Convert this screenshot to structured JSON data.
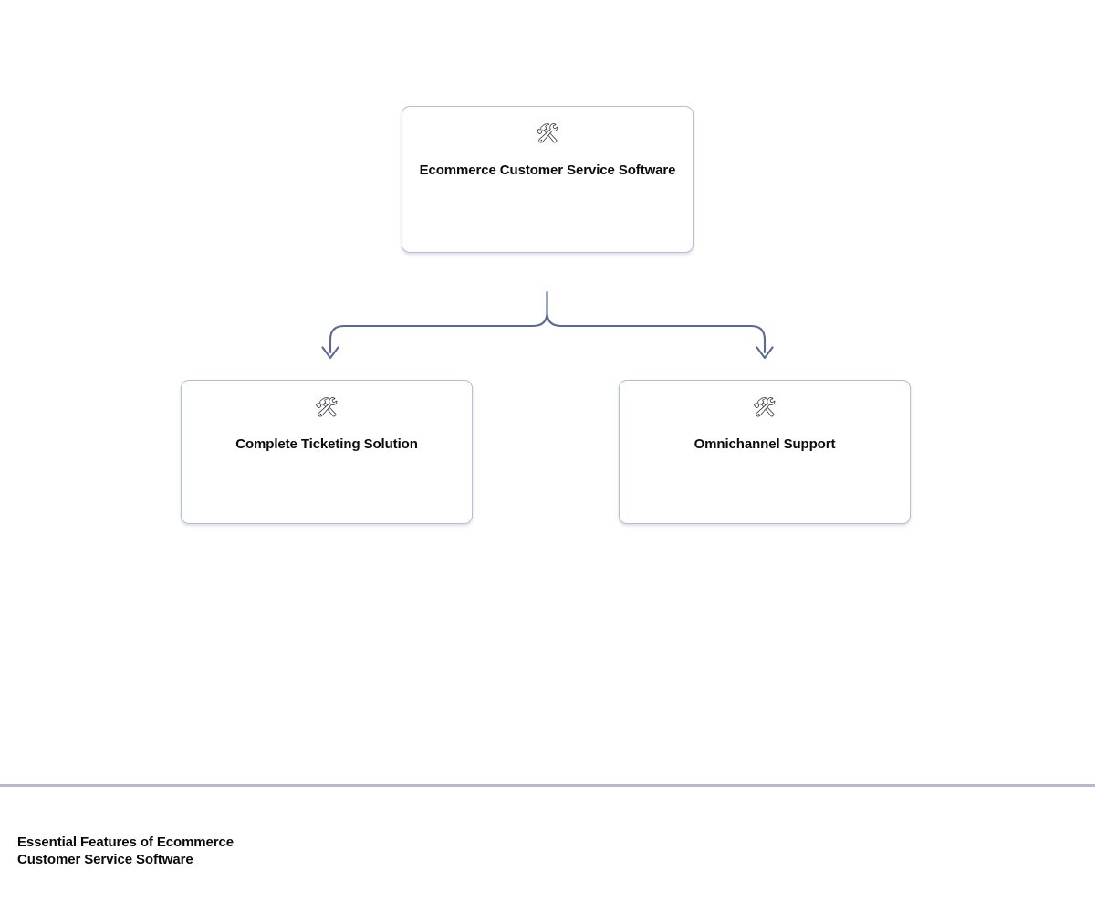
{
  "diagram": {
    "type": "flowchart",
    "direction": "top-down",
    "background_color": "#ffffff",
    "node_border_color": "#b9bdd4",
    "node_fill_color": "#ffffff",
    "edge_color": "#5b6a94",
    "text_color": "#0b0b0d",
    "root": {
      "id": "root",
      "icon": "hammer-and-wrench-icon",
      "icon_glyph": "🛠",
      "label": "Ecommerce Customer Service Software"
    },
    "children": [
      {
        "id": "child-0",
        "icon": "hammer-and-wrench-icon",
        "icon_glyph": "🛠",
        "label": "Complete Ticketing Solution"
      },
      {
        "id": "child-1",
        "icon": "hammer-and-wrench-icon",
        "icon_glyph": "🛠",
        "label": "Omnichannel Support"
      }
    ],
    "edges": [
      {
        "from": "root",
        "to": "child-0",
        "arrow": "down-arrow"
      },
      {
        "from": "root",
        "to": "child-1",
        "arrow": "down-arrow"
      }
    ]
  },
  "footer": {
    "divider_color": "#b3bace",
    "caption_line_1": "Essential Features of Ecommerce",
    "caption_line_2": "Customer Service Software"
  }
}
